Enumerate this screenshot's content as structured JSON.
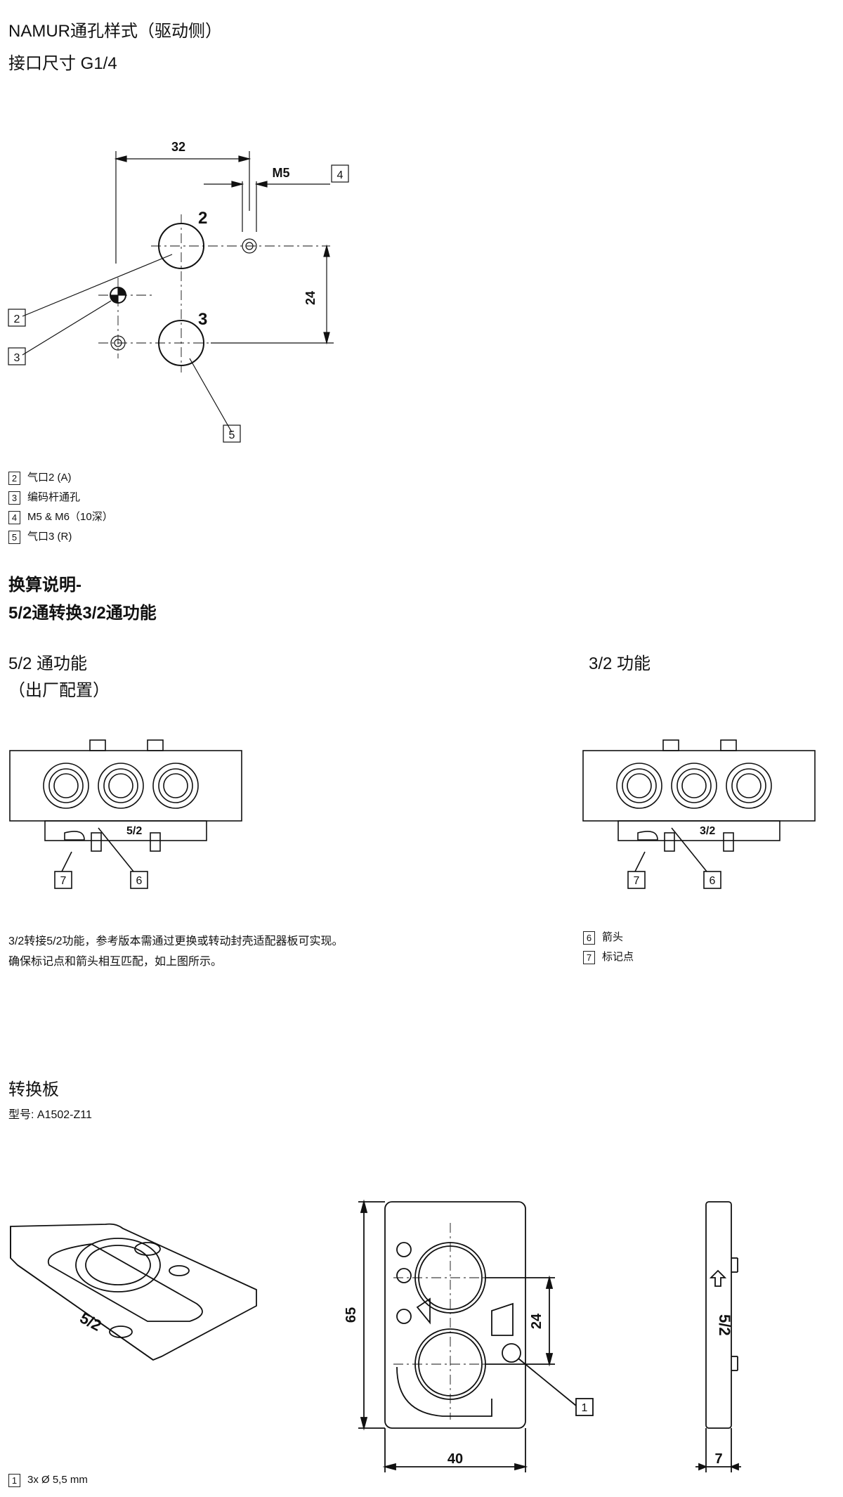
{
  "header": {
    "title_line1": "NAMUR通孔样式（驱动侧）",
    "title_line2": "接口尺寸 G1/4"
  },
  "drawing1": {
    "dim_32": "32",
    "dim_m5": "M5",
    "dim_24": "24",
    "port_2": "2",
    "port_3": "3",
    "callouts": [
      "2",
      "3",
      "4",
      "5"
    ]
  },
  "legend1": [
    {
      "num": "2",
      "text": "气口2 (A)"
    },
    {
      "num": "3",
      "text": "编码杆通孔"
    },
    {
      "num": "4",
      "text": "M5 & M6（10深）"
    },
    {
      "num": "5",
      "text": "气口3 (R)"
    }
  ],
  "conversion": {
    "title_line1": "换算说明-",
    "title_line2": "5/2通转换3/2通功能",
    "left_label_line1": "5/2 通功能",
    "left_label_line2": "（出厂配置）",
    "right_label": "3/2 功能",
    "left_marker": "5/2",
    "right_marker": "3/2",
    "callout_7": "7",
    "callout_6": "6",
    "note_line1": "3/2转接5/2功能，参考版本需通过更换或转动封壳适配器板可实现。",
    "note_line2": "确保标记点和箭头相互匹配，如上图所示。"
  },
  "legend2": [
    {
      "num": "6",
      "text": "箭头"
    },
    {
      "num": "7",
      "text": "标记点"
    }
  ],
  "adapter": {
    "title": "转换板",
    "model": "型号: A1502-Z11",
    "dim_65": "65",
    "dim_24": "24",
    "dim_40": "40",
    "dim_7": "7",
    "side_marker": "5/2",
    "iso_marker": "5/2",
    "callout_1": "1"
  },
  "legend3": [
    {
      "num": "1",
      "text": "3x Ø 5,5 mm"
    }
  ]
}
